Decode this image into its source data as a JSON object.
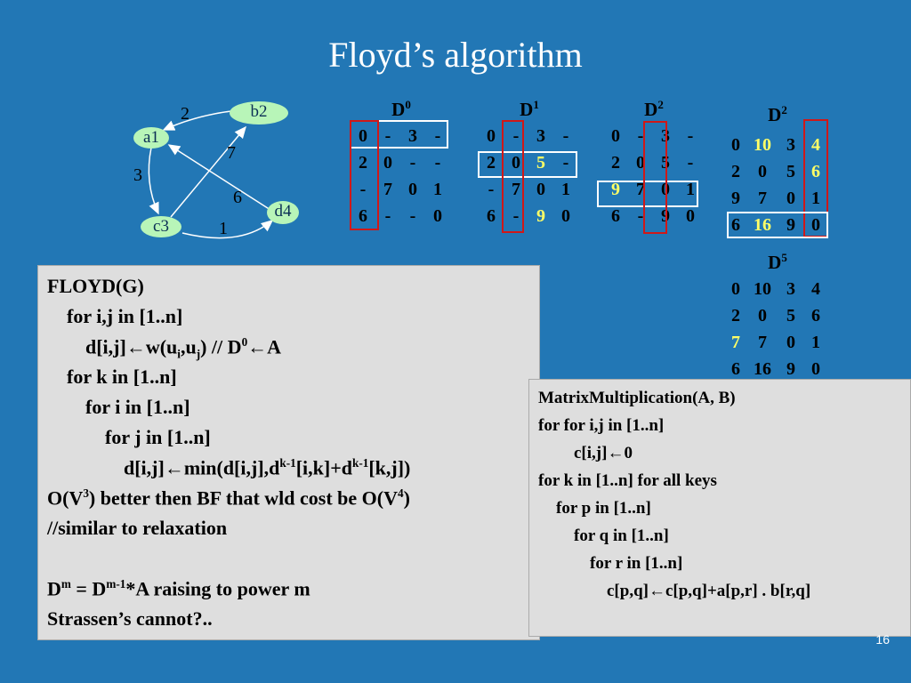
{
  "title": "Floyd’s  algorithm",
  "graph": {
    "nodes": {
      "a1": "a1",
      "b2": "b2",
      "c3": "c3",
      "d4": "d4"
    },
    "edge_labels": {
      "b2_a1": "2",
      "a1_c3": "3",
      "c3_b2": "7",
      "d4_a1": "6",
      "c3_d4": "1"
    }
  },
  "matrices": {
    "d0": {
      "name": "D",
      "sup": "0",
      "rows": [
        [
          "0",
          "-",
          "3",
          "-"
        ],
        [
          "2",
          "0",
          "-",
          "-"
        ],
        [
          "-",
          "7",
          "0",
          "1"
        ],
        [
          "6",
          "-",
          "-",
          "0"
        ]
      ]
    },
    "d1": {
      "name": "D",
      "sup": "1",
      "rows": [
        [
          "0",
          "-",
          "3",
          "-"
        ],
        [
          "2",
          "0",
          "5",
          "-"
        ],
        [
          "-",
          "7",
          "0",
          "1"
        ],
        [
          "6",
          "-",
          "9",
          "0"
        ]
      ]
    },
    "d2": {
      "name": "D",
      "sup": "2",
      "rows": [
        [
          "0",
          "-",
          "3",
          "-"
        ],
        [
          "2",
          "0",
          "5",
          "-"
        ],
        [
          "9",
          "7",
          "0",
          "1"
        ],
        [
          "6",
          "-",
          "9",
          "0"
        ]
      ]
    },
    "d3": {
      "name": "D",
      "sup": "2",
      "rows": [
        [
          "0",
          "10",
          "3",
          "4"
        ],
        [
          "2",
          "0",
          "5",
          "6"
        ],
        [
          "9",
          "7",
          "0",
          "1"
        ],
        [
          "6",
          "16",
          "9",
          "0"
        ]
      ]
    },
    "d5": {
      "name": "D",
      "sup": "5",
      "rows": [
        [
          "0",
          "10",
          "3",
          "4"
        ],
        [
          "2",
          "0",
          "5",
          "6"
        ],
        [
          "7",
          "7",
          "0",
          "1"
        ],
        [
          "6",
          "16",
          "9",
          "0"
        ]
      ]
    }
  },
  "floyd": {
    "l1": "FLOYD(G)",
    "l2": "for i,j in [1..n]",
    "l3a": "d[i,j]←w(u",
    "l3s1": "i",
    "l3b": ",u",
    "l3s2": "j",
    "l3c": ") // D",
    "l3sup": "0",
    "l3d": "←A",
    "l4": "for k in [1..n]",
    "l5": "for i in [1..n]",
    "l6": "for j in [1..n]",
    "l7a": "d[i,j]←min(d[i,j],d",
    "l7s1": "k-1",
    "l7b": "[i,k]+d",
    "l7s2": "k-1",
    "l7c": "[k,j])",
    "l8a": "O(V",
    "l8s1": "3",
    "l8b": ") better then BF that wld cost be O(V",
    "l8s2": "4",
    "l8c": ")",
    "l9": "//similar to relaxation",
    "l10a": "D",
    "l10s1": "m",
    "l10b": " = D",
    "l10s2": "m-1",
    "l10c": "*A raising to power m",
    "l11": "Strassen’s cannot?.."
  },
  "matmul": {
    "l1": "MatrixMultiplication(A, B)",
    "l2": "for for i,j in [1..n]",
    "l3": "c[i,j]←0",
    "l4": "for k in [1..n] for all keys",
    "l5": "for p in [1..n]",
    "l6": "for q in [1..n]",
    "l7": "for r in [1..n]",
    "l8": "c[p,q]←c[p,q]+a[p,r] . b[r,q]"
  },
  "page_number": "16",
  "colors": {
    "background": "#2277b5",
    "node_fill": "#b8f5b8",
    "highlight": "#ffff66",
    "box_red": "#d01818",
    "panel": "#dedede"
  }
}
